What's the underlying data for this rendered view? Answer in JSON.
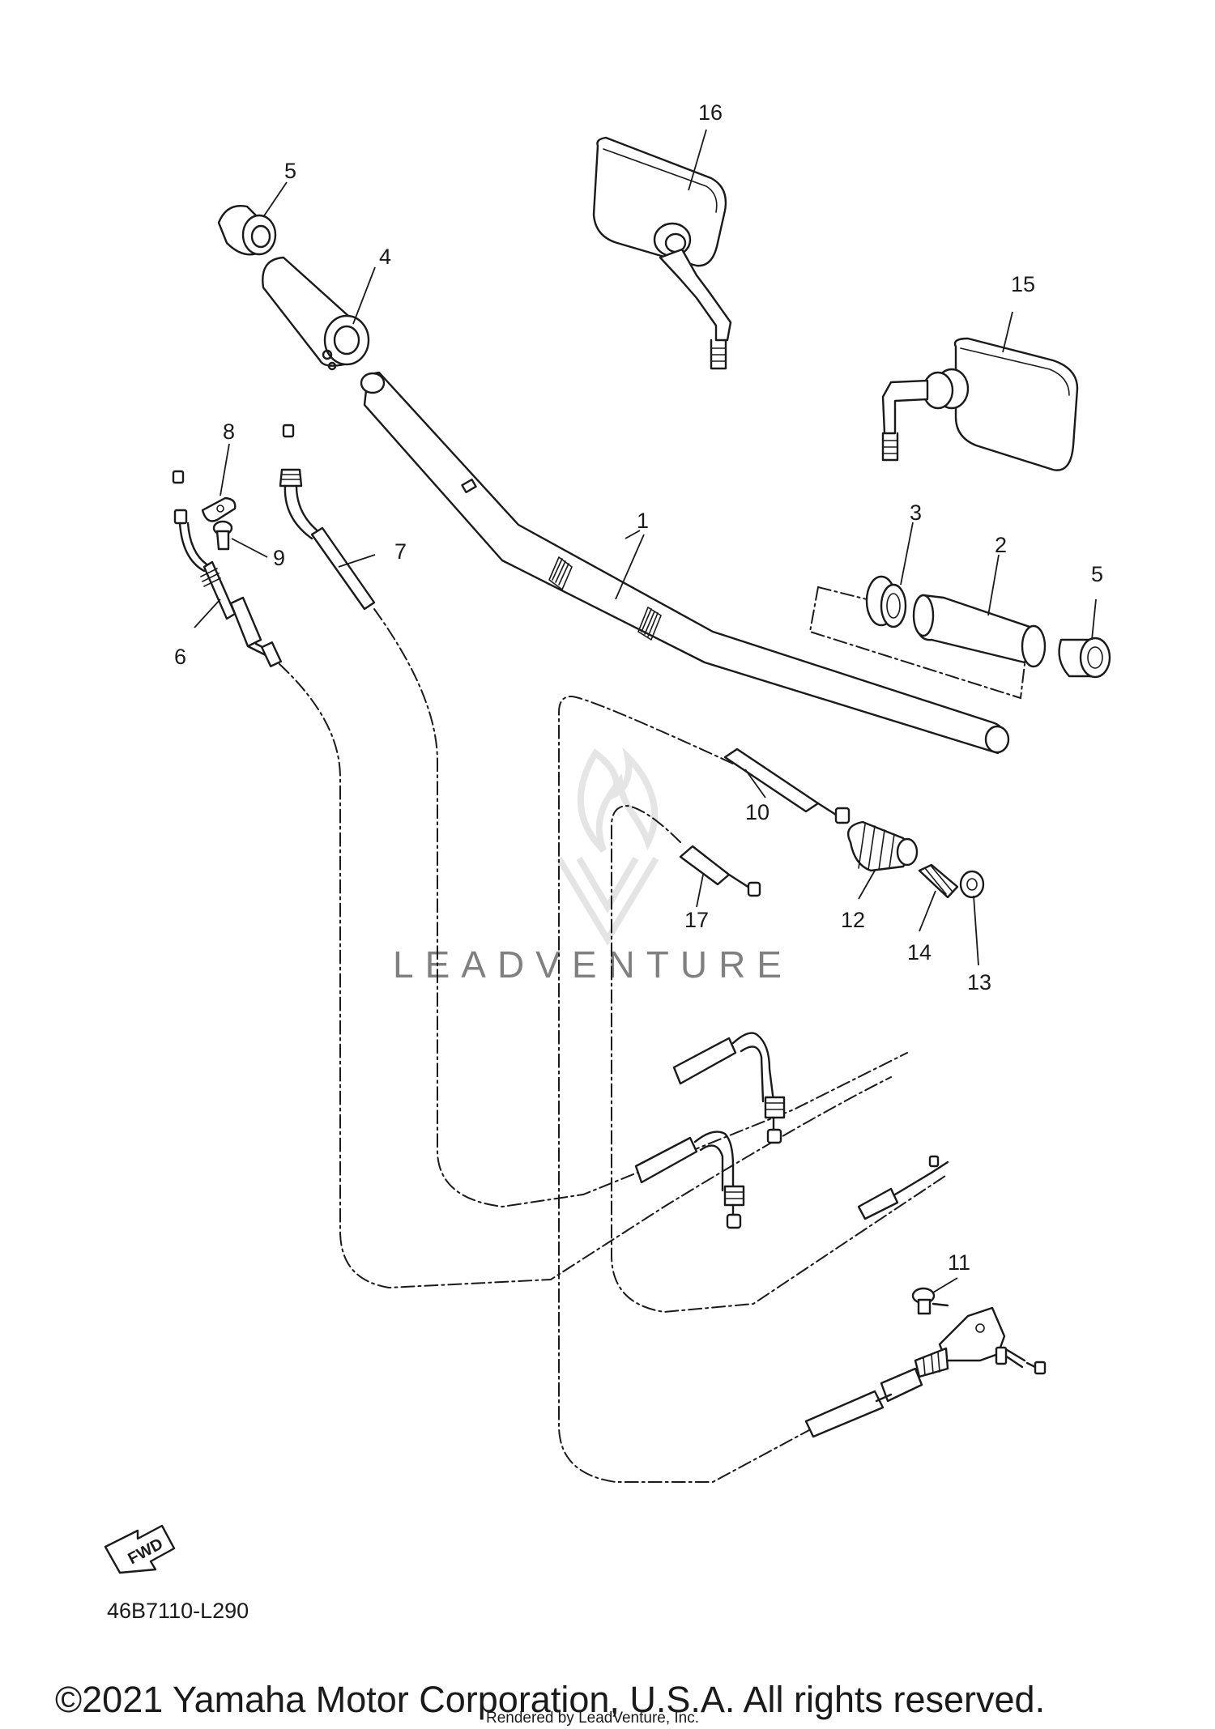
{
  "callouts": [
    {
      "number": "1"
    },
    {
      "number": "2"
    },
    {
      "number": "3"
    },
    {
      "number": "4"
    },
    {
      "number": "5"
    },
    {
      "number": "5"
    },
    {
      "number": "6"
    },
    {
      "number": "7"
    },
    {
      "number": "8"
    },
    {
      "number": "9"
    },
    {
      "number": "10"
    },
    {
      "number": "11"
    },
    {
      "number": "12"
    },
    {
      "number": "13"
    },
    {
      "number": "14"
    },
    {
      "number": "15"
    },
    {
      "number": "16"
    },
    {
      "number": "17"
    }
  ],
  "fwd_label": "FWD",
  "diagram_code": "46B7110-L290",
  "watermark": "LEADVENTURE",
  "copyright": "©2021 Yamaha Motor Corporation, U.S.A. All rights reserved.",
  "rendered_by": "Rendered by LeadVenture, Inc."
}
